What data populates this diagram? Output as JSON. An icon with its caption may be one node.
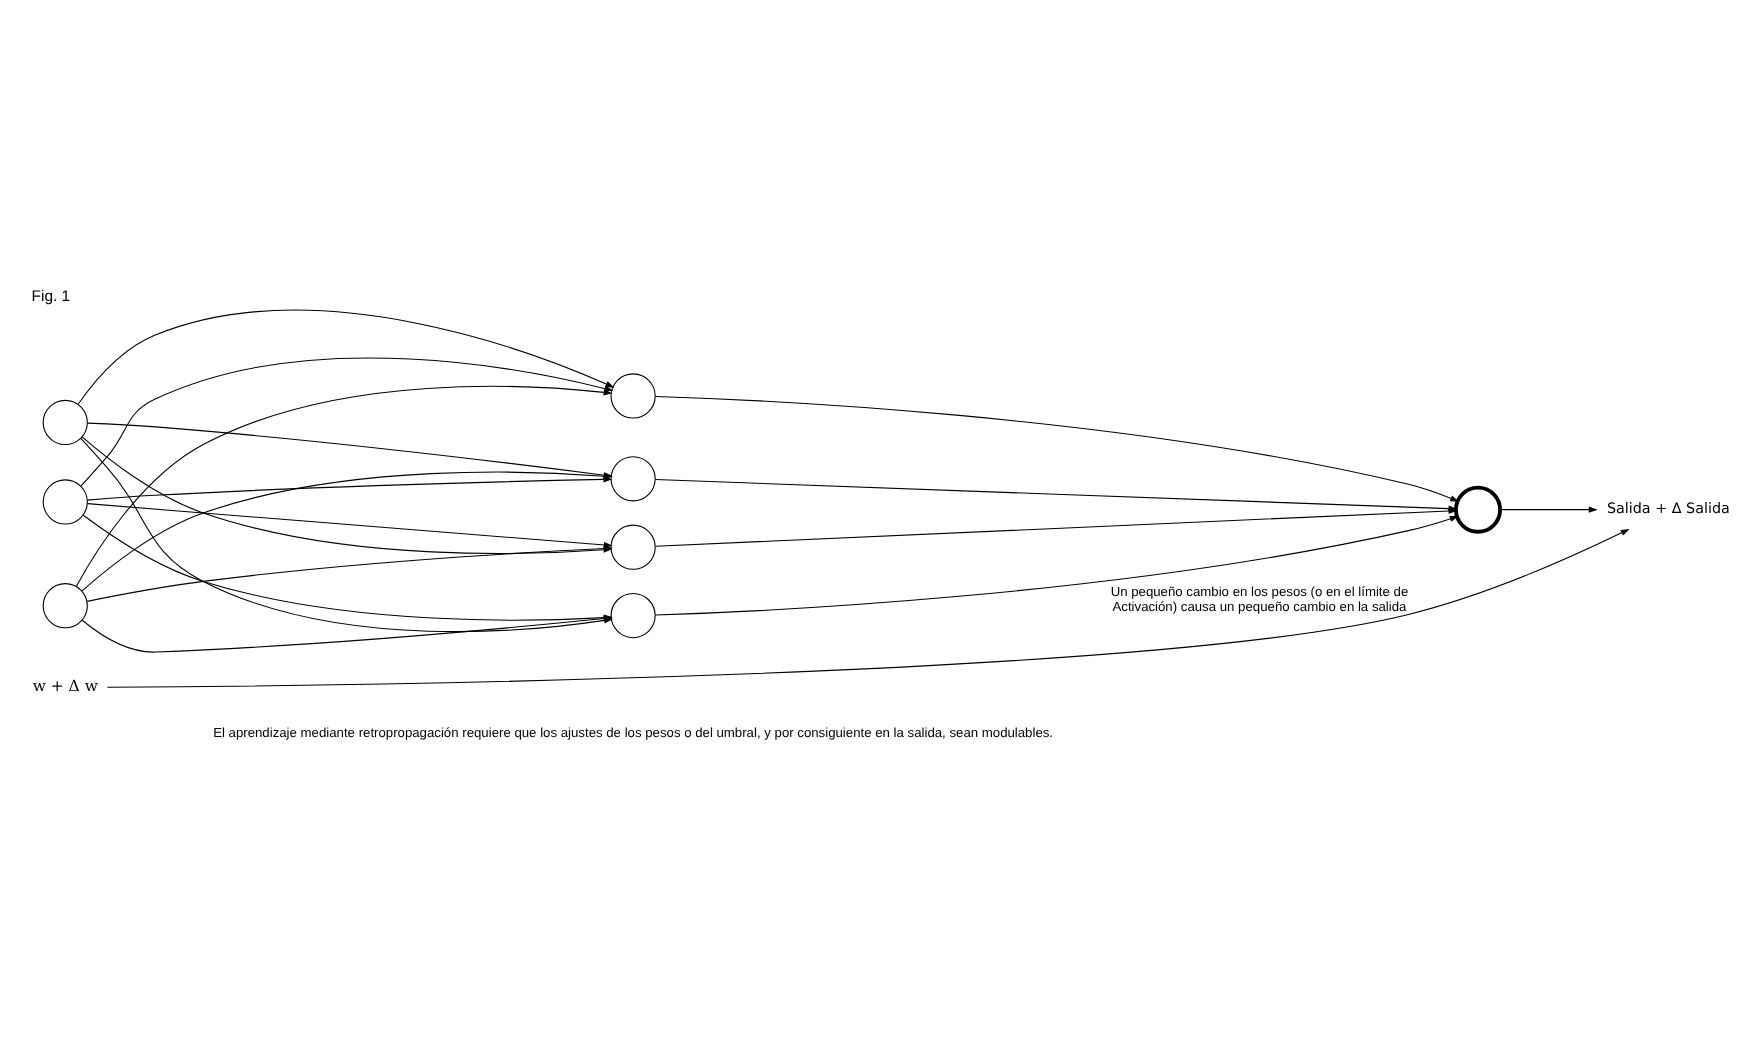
{
  "diagram": {
    "title": "Fig. 1",
    "caption": "El aprendizaje mediante retropropagación requiere que los ajustes de los pesos o del umbral, y por consiguiente en la salida, sean modulables.",
    "nodes": [
      {
        "text": [],
        "shape": "circle"
      },
      {
        "text": [],
        "shape": "circle"
      },
      {
        "text": [],
        "shape": "circle"
      },
      {
        "text": [],
        "shape": "circle"
      },
      {
        "text": [],
        "shape": "circle"
      },
      {
        "text": [],
        "shape": "circle"
      },
      {
        "text": [],
        "shape": "circle"
      },
      {
        "text": [],
        "shape": "circle"
      },
      {
        "text": [
          "Salida + Δ Salida"
        ]
      },
      {
        "text": [
          "w + Δ w"
        ]
      }
    ],
    "edges": [
      {
        "from": 0,
        "to": 3,
        "arrow": "to"
      },
      {
        "from": 0,
        "to": 4,
        "arrow": "to"
      },
      {
        "from": 0,
        "to": 5,
        "arrow": "to"
      },
      {
        "from": 0,
        "to": 6,
        "arrow": "to"
      },
      {
        "from": 1,
        "to": 3,
        "arrow": "to"
      },
      {
        "from": 1,
        "to": 4,
        "arrow": "to"
      },
      {
        "from": 1,
        "to": 5,
        "arrow": "to"
      },
      {
        "from": 1,
        "to": 6,
        "arrow": "to"
      },
      {
        "from": 2,
        "to": 3,
        "arrow": "to"
      },
      {
        "from": 2,
        "to": 4,
        "arrow": "to"
      },
      {
        "from": 2,
        "to": 5,
        "arrow": "to"
      },
      {
        "from": 2,
        "to": 6,
        "arrow": "to"
      },
      {
        "from": 3,
        "to": 7,
        "arrow": "to"
      },
      {
        "from": 4,
        "to": 7,
        "arrow": "to"
      },
      {
        "from": 5,
        "to": 7,
        "arrow": "to"
      },
      {
        "from": 6,
        "to": 7,
        "arrow": "to"
      },
      {
        "from": 7,
        "to": 8,
        "arrow": "to"
      },
      {
        "from": 9,
        "to": 8,
        "arrow": "to",
        "label": "Un pequeño cambio en los pesos (o en el límite de Activación) causa un pequeño cambio en la salida"
      }
    ]
  }
}
